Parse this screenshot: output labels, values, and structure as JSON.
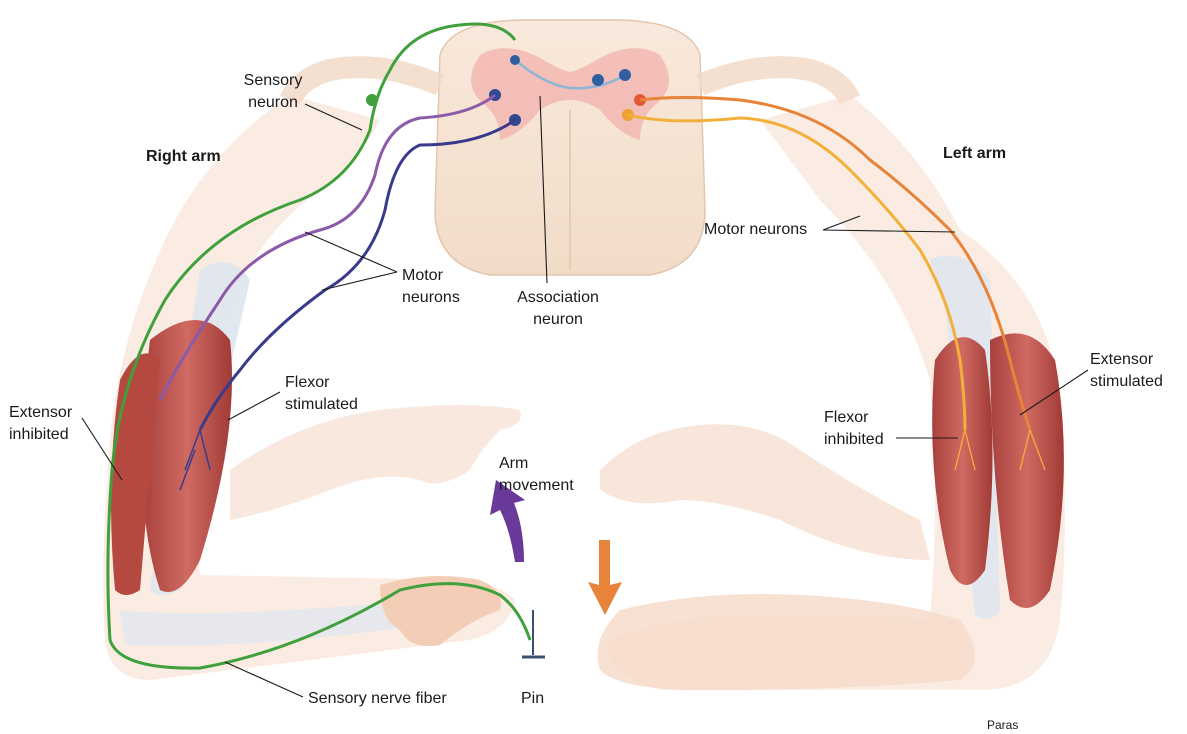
{
  "labels": {
    "right_arm": "Right arm",
    "left_arm": "Left arm",
    "sensory_neuron": [
      "Sensory",
      "neuron"
    ],
    "motor_neurons_right": [
      "Motor",
      "neurons"
    ],
    "association_neuron": [
      "Association",
      "neuron"
    ],
    "motor_neurons_left": "Motor neurons",
    "flexor_stimulated": [
      "Flexor",
      "stimulated"
    ],
    "extensor_inhibited": [
      "Extensor",
      "inhibited"
    ],
    "arm_movement": [
      "Arm",
      "movement"
    ],
    "flexor_inhibited": [
      "Flexor",
      "inhibited"
    ],
    "extensor_stimulated": [
      "Extensor",
      "stimulated"
    ],
    "sensory_nerve_fiber": "Sensory nerve fiber",
    "pin": "Pin",
    "credit": "Paras"
  },
  "colors": {
    "sensory_pathway": "#3fa03c",
    "motor_right_1": "#8b5aa8",
    "motor_right_2": "#3a3a8c",
    "motor_left_1": "#e8833a",
    "motor_left_2": "#f2b03a",
    "muscle": "#c0504d",
    "skin": "#f6dccb",
    "spinal_cord": "#f8e6d6",
    "grey_matter": "#f2b7b2",
    "upward_arrow": "#6a3a9a",
    "downward_arrow": "#e8833a"
  }
}
